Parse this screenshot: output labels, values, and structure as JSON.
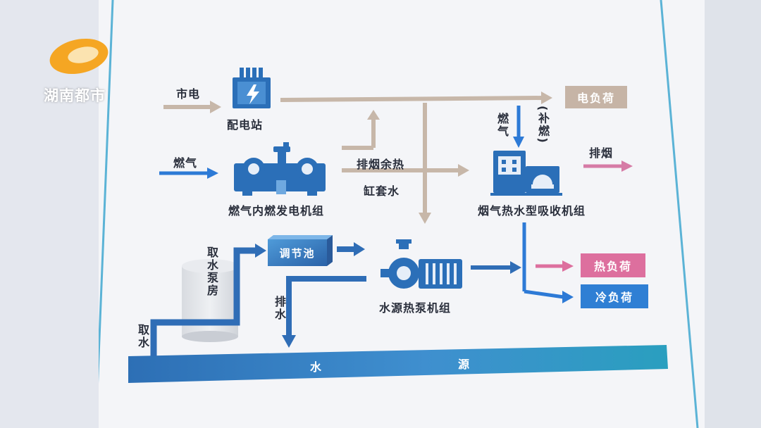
{
  "logo": {
    "text": "湖南都市"
  },
  "labels": {
    "city_power": "市电",
    "substation": "配电站",
    "gas_in": "燃气",
    "gas_engine": "燃气内燃发电机组",
    "exhaust_heat": "排烟余热",
    "jacket_water": "缸套水",
    "gas_side": "燃气",
    "supplement": "(补燃)",
    "absorption_unit": "烟气热水型吸收机组",
    "exhaust_out": "排烟",
    "intake_pump_house": "取水泵房",
    "regulating_pool": "调节池",
    "water_intake": "取水",
    "drainage": "排水",
    "heat_pump_unit": "水源热泵机组",
    "water_source_left": "水",
    "water_source_right": "源"
  },
  "outputs": {
    "electric_load": "电负荷",
    "heat_load": "热负荷",
    "cold_load": "冷负荷"
  },
  "colors": {
    "power_line": "#c7b7a9",
    "gas_line": "#2d7ad6",
    "water_line": "#2f6db6",
    "exhaust_line": "#d67ba6",
    "heat_load": "#dd6f9e",
    "cold_load": "#2f7fd4",
    "electric_load": "#c6b4a6",
    "icon_blue": "#2b6fb8",
    "logo_orange": "#f5a623"
  }
}
